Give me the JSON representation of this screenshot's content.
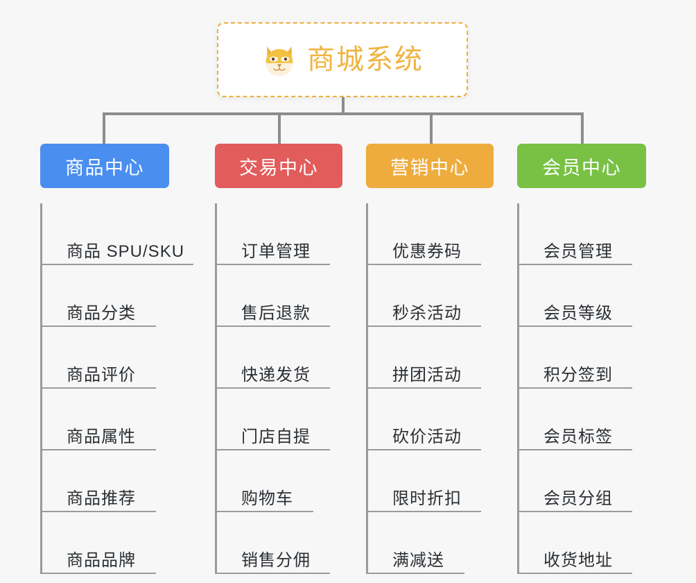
{
  "root": {
    "title": "商城系统",
    "icon": "shiba-dog-icon",
    "accent_color": "#f0b443",
    "border_color": "#edae3e",
    "background": "#ffffff"
  },
  "page": {
    "background": "#f7f7f7",
    "connector_color": "#8d8d8d"
  },
  "columns": [
    {
      "header": "商品中心",
      "color": "#4a8ef0",
      "items": [
        "商品 SPU/SKU",
        "商品分类",
        "商品评价",
        "商品属性",
        "商品推荐",
        "商品品牌"
      ]
    },
    {
      "header": "交易中心",
      "color": "#e25c5c",
      "items": [
        "订单管理",
        "售后退款",
        "快递发货",
        "门店自提",
        "购物车",
        "销售分佣"
      ]
    },
    {
      "header": "营销中心",
      "color": "#eeac3e",
      "items": [
        "优惠券码",
        "秒杀活动",
        "拼团活动",
        "砍价活动",
        "限时折扣",
        "满减送"
      ]
    },
    {
      "header": "会员中心",
      "color": "#78c144",
      "items": [
        "会员管理",
        "会员等级",
        "积分签到",
        "会员标签",
        "会员分组",
        "收货地址"
      ]
    }
  ]
}
